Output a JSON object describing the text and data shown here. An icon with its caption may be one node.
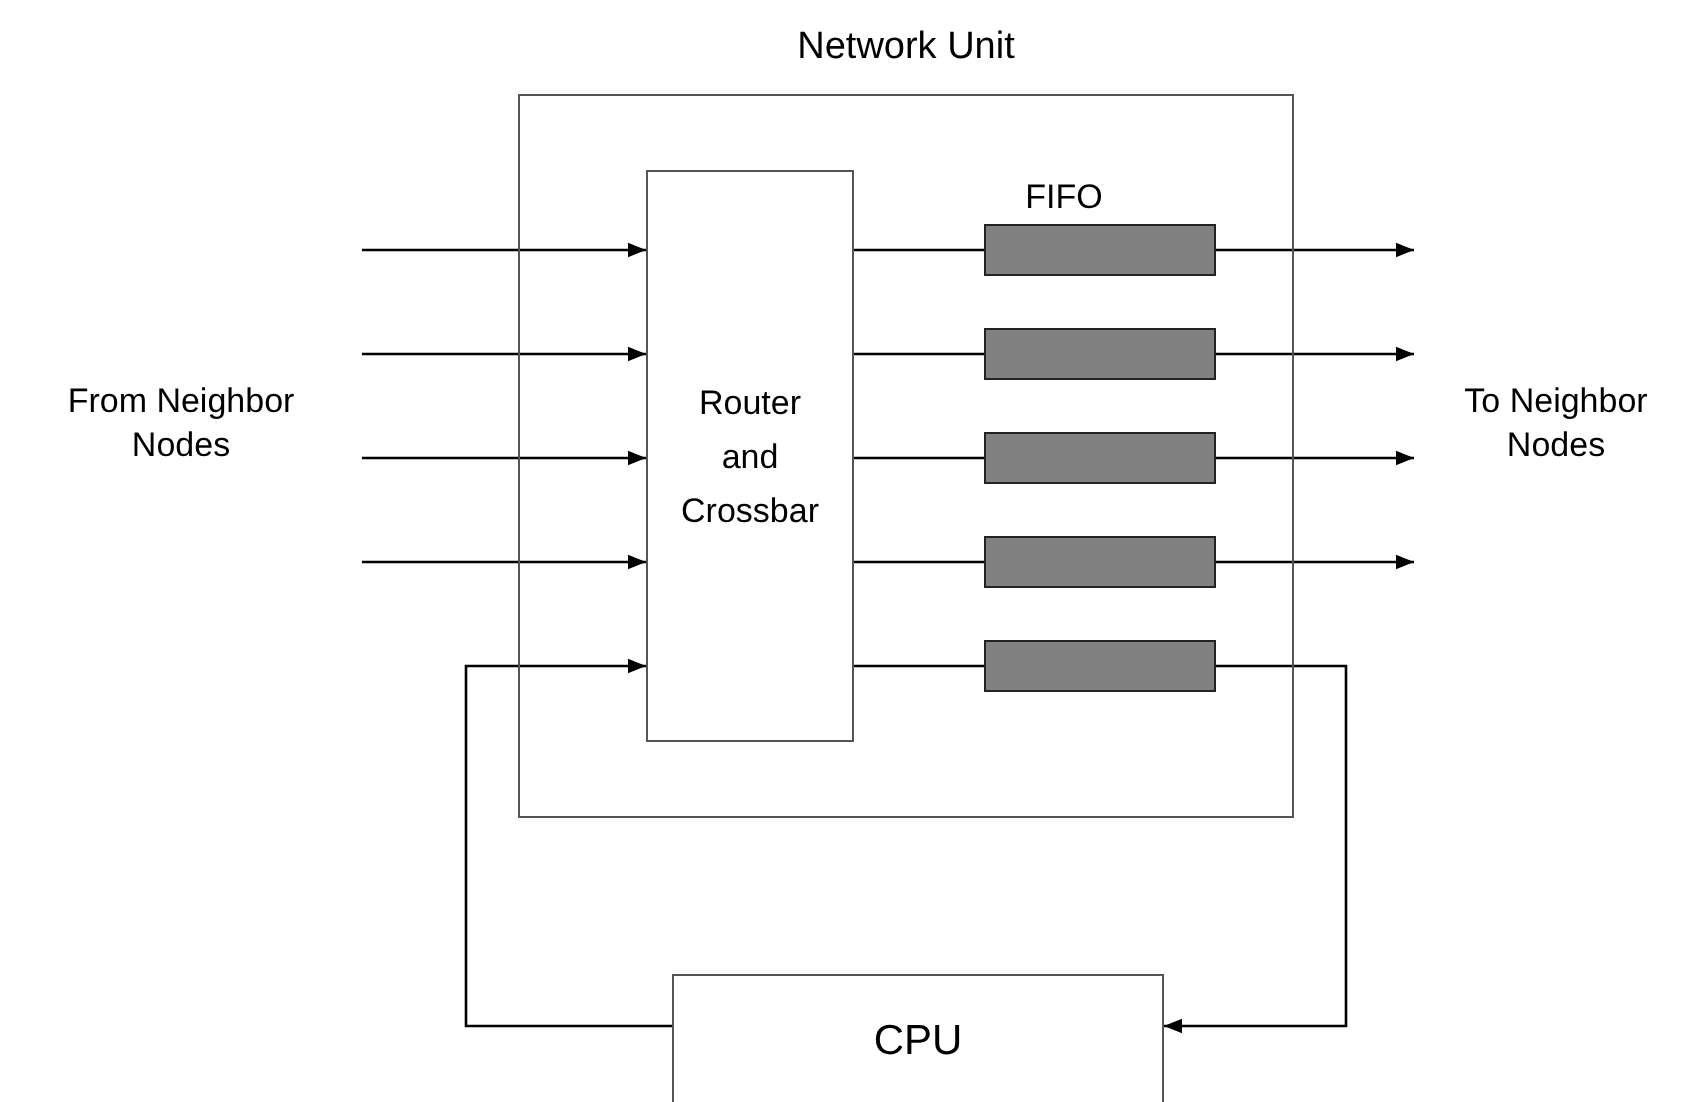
{
  "diagram": {
    "nodes": [
      {
        "text": [
          "Network Unit"
        ]
      },
      {
        "text": [
          "Router and Crossbar"
        ],
        "in": 0
      },
      {
        "text": [],
        "shape": "bar",
        "in": 0,
        "beside": [
          "FIFO"
        ]
      },
      {
        "text": [],
        "shape": "bar",
        "in": 0
      },
      {
        "text": [],
        "shape": "bar",
        "in": 0
      },
      {
        "text": [],
        "shape": "bar",
        "in": 0
      },
      {
        "text": [],
        "shape": "bar",
        "in": 0
      },
      {
        "text": [
          "CPU"
        ]
      }
    ],
    "edges": [
      {
        "from": null,
        "to": 1,
        "arrow": "to"
      },
      {
        "from": null,
        "to": 1,
        "arrow": "to"
      },
      {
        "from": null,
        "to": 1,
        "arrow": "to"
      },
      {
        "from": null,
        "to": 1,
        "arrow": "to"
      },
      {
        "from": 7,
        "to": 1,
        "arrow": "to"
      },
      {
        "from": 1,
        "to": 2,
        "arrow": "none"
      },
      {
        "from": 1,
        "to": 3,
        "arrow": "none"
      },
      {
        "from": 1,
        "to": 4,
        "arrow": "none"
      },
      {
        "from": 1,
        "to": 5,
        "arrow": "none"
      },
      {
        "from": 1,
        "to": 6,
        "arrow": "none"
      },
      {
        "from": 2,
        "to": null,
        "arrow": "to"
      },
      {
        "from": 3,
        "to": null,
        "arrow": "to"
      },
      {
        "from": 4,
        "to": null,
        "arrow": "to"
      },
      {
        "from": 5,
        "to": null,
        "arrow": "to"
      },
      {
        "from": 6,
        "to": 7,
        "arrow": "to"
      }
    ],
    "labels": [
      "From Neighbor Nodes",
      "To Neighbor Nodes"
    ]
  }
}
